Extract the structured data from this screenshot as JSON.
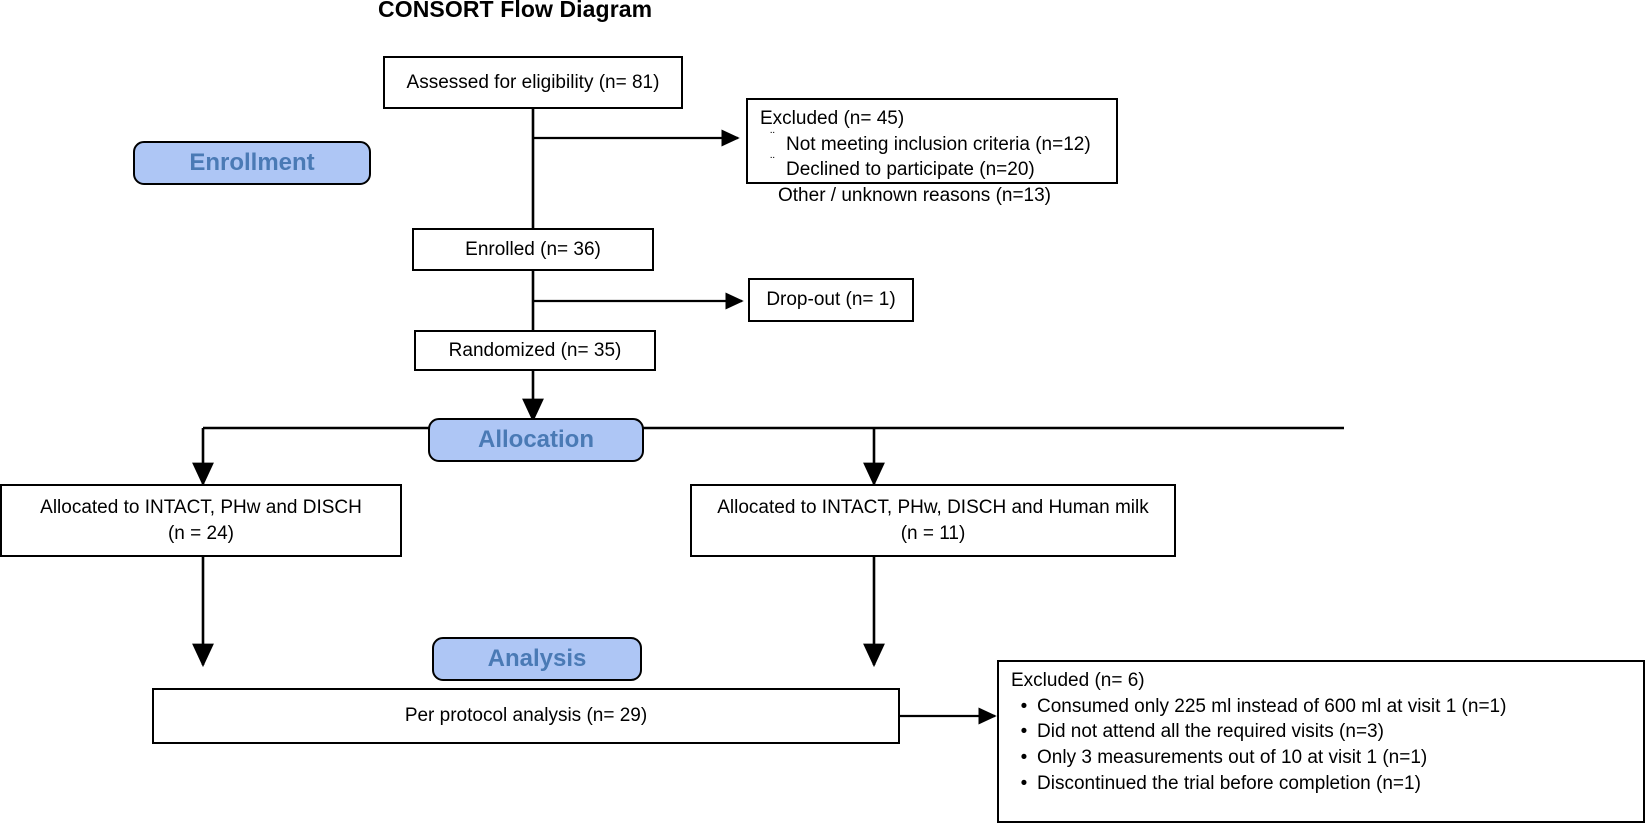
{
  "title": "CONSORT Flow Diagram",
  "colors": {
    "badge_fill": "#aec6f5",
    "badge_text": "#4a7ab5",
    "box_border": "#000000",
    "background": "#ffffff"
  },
  "stages": {
    "enrollment": "Enrollment",
    "allocation": "Allocation",
    "analysis": "Analysis"
  },
  "boxes": {
    "assessed": "Assessed for eligibility (n= 81)",
    "enrolled": "Enrolled (n= 36)",
    "dropout": "Drop-out  (n= 1)",
    "randomized": "Randomized (n= 35)",
    "allocated_left_line1": "Allocated to INTACT,  PHw and DISCH",
    "allocated_left_line2": "(n = 24)",
    "allocated_right_line1": "Allocated to INTACT,  PHw, DISCH and Human  milk",
    "allocated_right_line2": "(n = 11)",
    "per_protocol": "Per protocol analysis  (n= 29)"
  },
  "excluded_top": {
    "header": "Excluded  (n= 45)",
    "bullet_glyph": "¨",
    "items": [
      "Not meeting inclusion criteria (n=12)",
      "Declined to participate (n=20)",
      "Other / unknown reasons (n=13)"
    ]
  },
  "excluded_bottom": {
    "header": "Excluded  (n= 6)",
    "bullet_glyph": "•",
    "items": [
      "Consumed only 225 ml instead of 600 ml at visit 1 (n=1)",
      "Did not attend all the required visits (n=3)",
      "Only 3 measurements out of 10 at visit 1 (n=1)",
      "Discontinued the trial before completion (n=1)"
    ]
  },
  "chart_data": {
    "type": "diagram",
    "title": "CONSORT Flow Diagram",
    "nodes": [
      {
        "id": "assessed",
        "label": "Assessed for eligibility (n= 81)",
        "n": 81,
        "stage": "Enrollment"
      },
      {
        "id": "excluded_top",
        "label": "Excluded  (n= 45)",
        "n": 45,
        "stage": "Enrollment"
      },
      {
        "id": "enrolled",
        "label": "Enrolled (n= 36)",
        "n": 36,
        "stage": "Enrollment"
      },
      {
        "id": "dropout",
        "label": "Drop-out  (n= 1)",
        "n": 1,
        "stage": "Enrollment"
      },
      {
        "id": "randomized",
        "label": "Randomized (n= 35)",
        "n": 35,
        "stage": "Enrollment"
      },
      {
        "id": "alloc_left",
        "label": "Allocated to INTACT,  PHw and DISCH (n = 24)",
        "n": 24,
        "stage": "Allocation"
      },
      {
        "id": "alloc_right",
        "label": "Allocated to INTACT,  PHw, DISCH and Human  milk (n = 11)",
        "n": 11,
        "stage": "Allocation"
      },
      {
        "id": "per_protocol",
        "label": "Per protocol analysis  (n= 29)",
        "n": 29,
        "stage": "Analysis"
      },
      {
        "id": "excluded_bottom",
        "label": "Excluded  (n= 6)",
        "n": 6,
        "stage": "Analysis"
      }
    ],
    "edges": [
      {
        "from": "assessed",
        "to": "excluded_top"
      },
      {
        "from": "assessed",
        "to": "enrolled"
      },
      {
        "from": "enrolled",
        "to": "dropout"
      },
      {
        "from": "enrolled",
        "to": "randomized"
      },
      {
        "from": "randomized",
        "to": "alloc_left"
      },
      {
        "from": "randomized",
        "to": "alloc_right"
      },
      {
        "from": "alloc_left",
        "to": "per_protocol"
      },
      {
        "from": "alloc_right",
        "to": "per_protocol"
      },
      {
        "from": "per_protocol",
        "to": "excluded_bottom"
      }
    ]
  }
}
